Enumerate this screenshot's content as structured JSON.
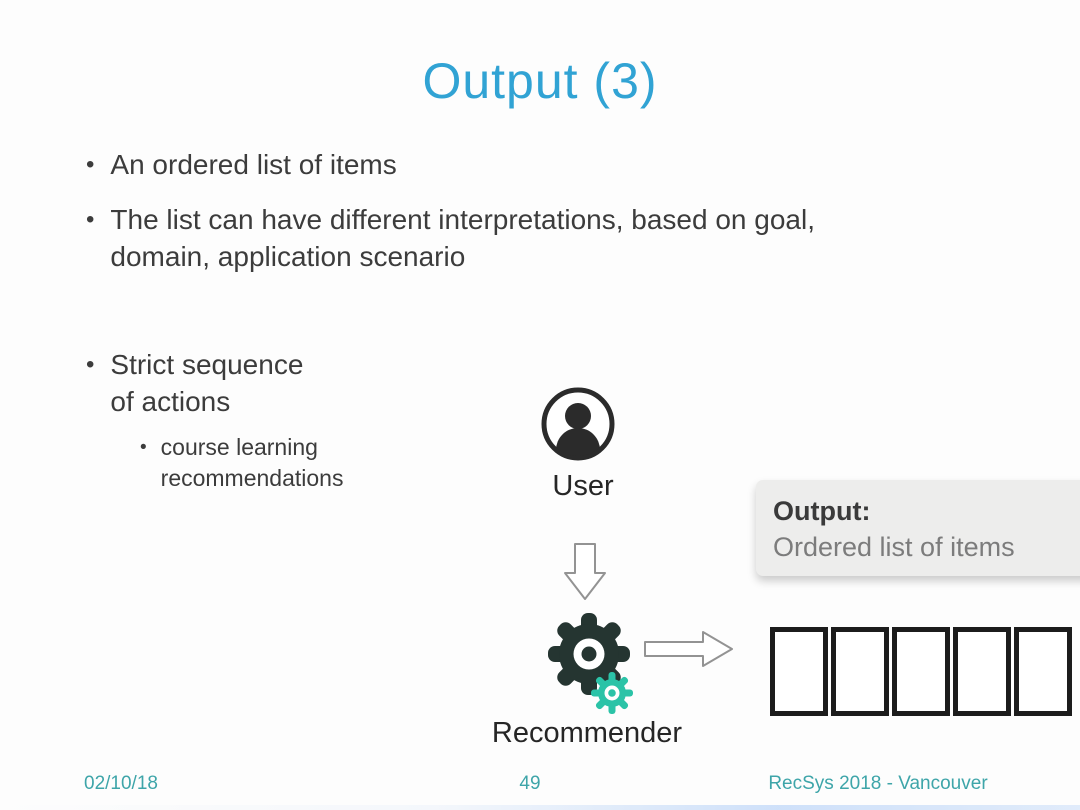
{
  "slide": {
    "title": "Output (3)",
    "bullets": [
      {
        "level": 1,
        "text": "An ordered list of items"
      },
      {
        "level": 1,
        "text": "The list can have different interpretations, based on goal,\ndomain, application scenario"
      },
      {
        "level": 1,
        "text": "Strict sequence\nof actions"
      },
      {
        "level": 2,
        "text": "course learning\nrecommendations"
      }
    ],
    "diagram": {
      "user_label": "User",
      "recommender_label": "Recommender",
      "callout": {
        "heading": "Output:",
        "body": "Ordered list of items"
      },
      "item_slots": 5,
      "icons": {
        "user_icon": "person-in-circle",
        "down_arrow_icon": "block-arrow-down",
        "right_arrow_icon": "block-arrow-right",
        "gear_large_icon": "gear",
        "gear_small_icon": "gear"
      }
    },
    "footer": {
      "date": "02/10/18",
      "page": "49",
      "venue": "RecSys 2018 - Vancouver"
    },
    "colors": {
      "title": "#31a3d4",
      "body_text": "#3c3c3c",
      "footer_teal": "#3ea5a9",
      "gear_dark": "#253531",
      "gear_teal": "#2bc3a7",
      "callout_bg": "#ededec",
      "callout_heading": "#3a3a3a",
      "callout_body": "#7c7c7c",
      "slot_border": "#1c1c1c",
      "arrow_outline": "#939393",
      "icon_dark": "#2b2b2b"
    }
  }
}
